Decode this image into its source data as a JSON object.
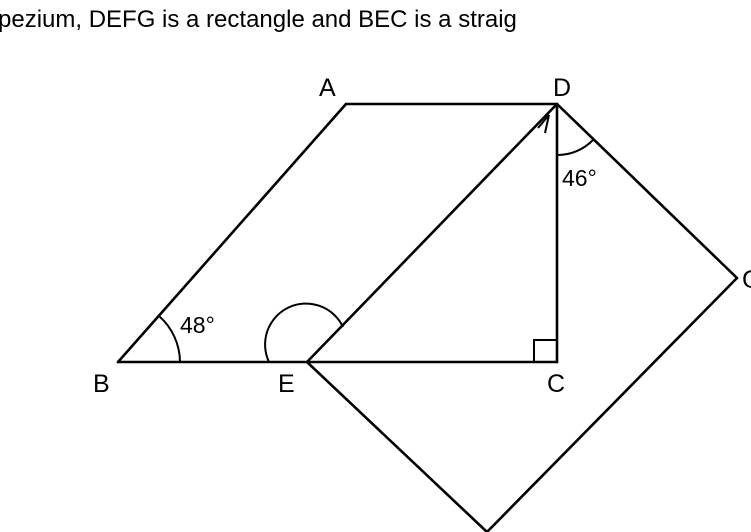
{
  "caption": "pezium, DEFG is a rectangle and BEC is a straig",
  "diagram": {
    "points": {
      "A": "A",
      "B": "B",
      "C": "C",
      "D": "D",
      "E": "E",
      "G": "G"
    },
    "angles": {
      "at_B": "48°",
      "at_D": "46°"
    },
    "line_color": "#000000"
  }
}
